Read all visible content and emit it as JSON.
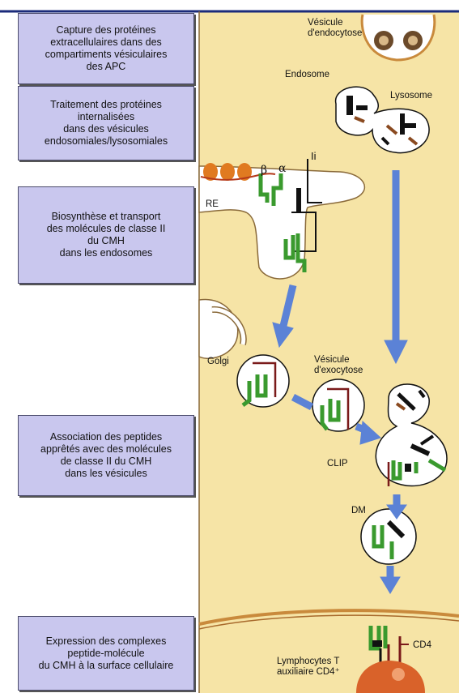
{
  "stages": [
    {
      "text": "Capture des protéines\nextracellulaires dans des\ncompartiments vésiculaires\ndes APC"
    },
    {
      "text": "Traitement des protéines\ninternalisées\ndans des vésicules\nendosomiales/lysosomiales"
    },
    {
      "text": "Biosynthèse et transport\ndes molécules de classe II\ndu CMH\ndans les endosomes"
    },
    {
      "text": "Association des peptides\napprêtés avec des molécules\nde classe II du CMH\ndans les vésicules"
    },
    {
      "text": "Expression des complexes\npeptide-molécule\ndu CMH à la surface cellulaire"
    }
  ],
  "labels": {
    "endocytosis_vesicle": "Vésicule\nd'endocytose",
    "endosome": "Endosome",
    "lysosome": "Lysosome",
    "er": "RE",
    "beta": "β",
    "alpha": "α",
    "ii": "Ii",
    "golgi": "Golgi",
    "exocytosis_vesicle": "Vésicule\nd'exocytose",
    "clip": "CLIP",
    "dm": "DM",
    "cd4": "CD4",
    "t_cell": "Lymphocytes T\nauxiliaire CD4⁺"
  },
  "colors": {
    "cytoplasm": "#f6e4a6",
    "stage_box": "#c9c7ee",
    "arrow": "#5b82d6",
    "mhc_green": "#3a9a2e",
    "dark_red": "#7a1a1a",
    "membrane": "#c98a3c",
    "ribosome": "#e07a20",
    "cell_orange": "#d9622a"
  }
}
